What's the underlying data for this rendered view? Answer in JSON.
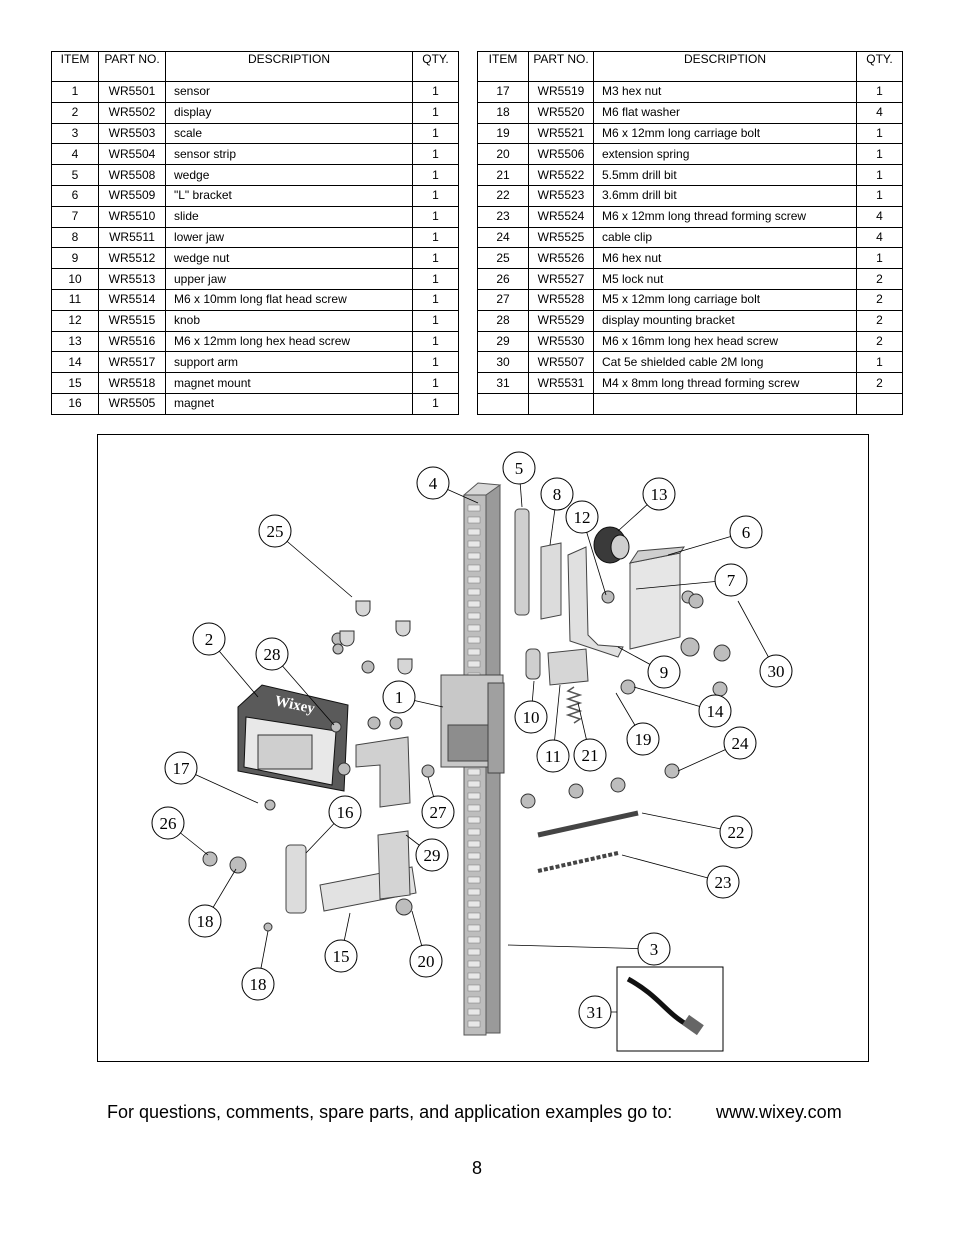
{
  "table_headers": {
    "item": "ITEM",
    "part_no": "PART NO.",
    "description": "DESCRIPTION",
    "qty": "QTY."
  },
  "parts_left": [
    {
      "item": "1",
      "part": "WR5501",
      "desc": "sensor",
      "qty": "1"
    },
    {
      "item": "2",
      "part": "WR5502",
      "desc": "display",
      "qty": "1"
    },
    {
      "item": "3",
      "part": "WR5503",
      "desc": "scale",
      "qty": "1"
    },
    {
      "item": "4",
      "part": "WR5504",
      "desc": "sensor strip",
      "qty": "1"
    },
    {
      "item": "5",
      "part": "WR5508",
      "desc": "wedge",
      "qty": "1"
    },
    {
      "item": "6",
      "part": "WR5509",
      "desc": "\"L\" bracket",
      "qty": "1"
    },
    {
      "item": "7",
      "part": "WR5510",
      "desc": "slide",
      "qty": "1"
    },
    {
      "item": "8",
      "part": "WR5511",
      "desc": "lower jaw",
      "qty": "1"
    },
    {
      "item": "9",
      "part": "WR5512",
      "desc": "wedge nut",
      "qty": "1"
    },
    {
      "item": "10",
      "part": "WR5513",
      "desc": "upper jaw",
      "qty": "1"
    },
    {
      "item": "11",
      "part": "WR5514",
      "desc": "M6 x 10mm long flat head screw",
      "qty": "1"
    },
    {
      "item": "12",
      "part": "WR5515",
      "desc": "knob",
      "qty": "1"
    },
    {
      "item": "13",
      "part": "WR5516",
      "desc": "M6 x 12mm long hex head screw",
      "qty": "1"
    },
    {
      "item": "14",
      "part": "WR5517",
      "desc": "support arm",
      "qty": "1"
    },
    {
      "item": "15",
      "part": "WR5518",
      "desc": "magnet mount",
      "qty": "1"
    },
    {
      "item": "16",
      "part": "WR5505",
      "desc": "magnet",
      "qty": "1"
    }
  ],
  "parts_right": [
    {
      "item": "17",
      "part": "WR5519",
      "desc": "M3 hex nut",
      "qty": "1"
    },
    {
      "item": "18",
      "part": "WR5520",
      "desc": "M6 flat washer",
      "qty": "4"
    },
    {
      "item": "19",
      "part": "WR5521",
      "desc": "M6 x 12mm long carriage bolt",
      "qty": "1"
    },
    {
      "item": "20",
      "part": "WR5506",
      "desc": "extension spring",
      "qty": "1"
    },
    {
      "item": "21",
      "part": "WR5522",
      "desc": "5.5mm drill bit",
      "qty": "1"
    },
    {
      "item": "22",
      "part": "WR5523",
      "desc": "3.6mm drill bit",
      "qty": "1"
    },
    {
      "item": "23",
      "part": "WR5524",
      "desc": "M6 x 12mm long thread forming screw",
      "qty": "4"
    },
    {
      "item": "24",
      "part": "WR5525",
      "desc": "cable clip",
      "qty": "4"
    },
    {
      "item": "25",
      "part": "WR5526",
      "desc": "M6 hex nut",
      "qty": "1"
    },
    {
      "item": "26",
      "part": "WR5527",
      "desc": "M5 lock nut",
      "qty": "2"
    },
    {
      "item": "27",
      "part": "WR5528",
      "desc": "M5 x 12mm long carriage bolt",
      "qty": "2"
    },
    {
      "item": "28",
      "part": "WR5529",
      "desc": "display mounting bracket",
      "qty": "2"
    },
    {
      "item": "29",
      "part": "WR5530",
      "desc": "M6 x 16mm long hex head screw",
      "qty": "2"
    },
    {
      "item": "30",
      "part": "WR5507",
      "desc": "Cat 5e shielded cable 2M long",
      "qty": "1"
    },
    {
      "item": "31",
      "part": "WR5531",
      "desc": "M4 x 8mm long thread forming screw",
      "qty": "2"
    },
    {
      "item": "",
      "part": "",
      "desc": "",
      "qty": ""
    }
  ],
  "diagram_callouts": [
    "1",
    "2",
    "3",
    "4",
    "5",
    "6",
    "7",
    "8",
    "9",
    "10",
    "11",
    "12",
    "13",
    "14",
    "15",
    "16",
    "17",
    "18",
    "18",
    "19",
    "20",
    "21",
    "22",
    "23",
    "24",
    "25",
    "26",
    "27",
    "28",
    "29",
    "30",
    "31"
  ],
  "display_brand": "Wixey",
  "footer": {
    "question": "For questions, comments, spare parts, and application examples go to:",
    "url": "www.wixey.com"
  },
  "page_number": "8"
}
